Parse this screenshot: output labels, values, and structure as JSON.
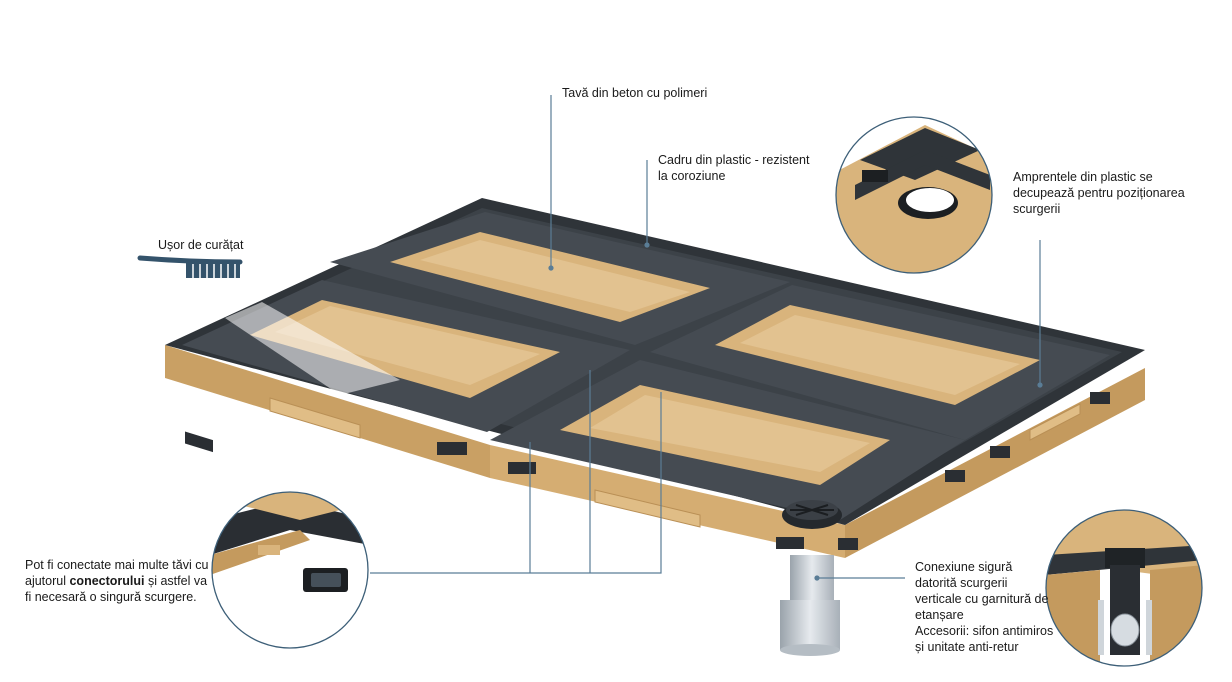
{
  "colors": {
    "tan": "#d9b47c",
    "tan_dark": "#c49a5e",
    "frame": "#2f3439",
    "leader": "#5a7d96",
    "circle_stroke": "#3d5f78"
  },
  "labels": {
    "tray": "Tavă din beton cu polimeri",
    "frame": "Cadru din plastic - rezistent la coroziune",
    "clean": "Ușor de curățat",
    "imprint": "Amprentele din plastic se decupează pentru poziționarea scurgerii",
    "connect_pre": "Pot fi conectate mai multe tăvi cu ajutorul ",
    "connect_bold": "conectorului",
    "connect_post": " și astfel va fi necesară o singură scurgere.",
    "secure": "Conexiune sigură datorită scurgerii verticale cu garnitură de etanșare",
    "accessories": "Accesorii: sifon antimiros și unitate anti-retur"
  }
}
